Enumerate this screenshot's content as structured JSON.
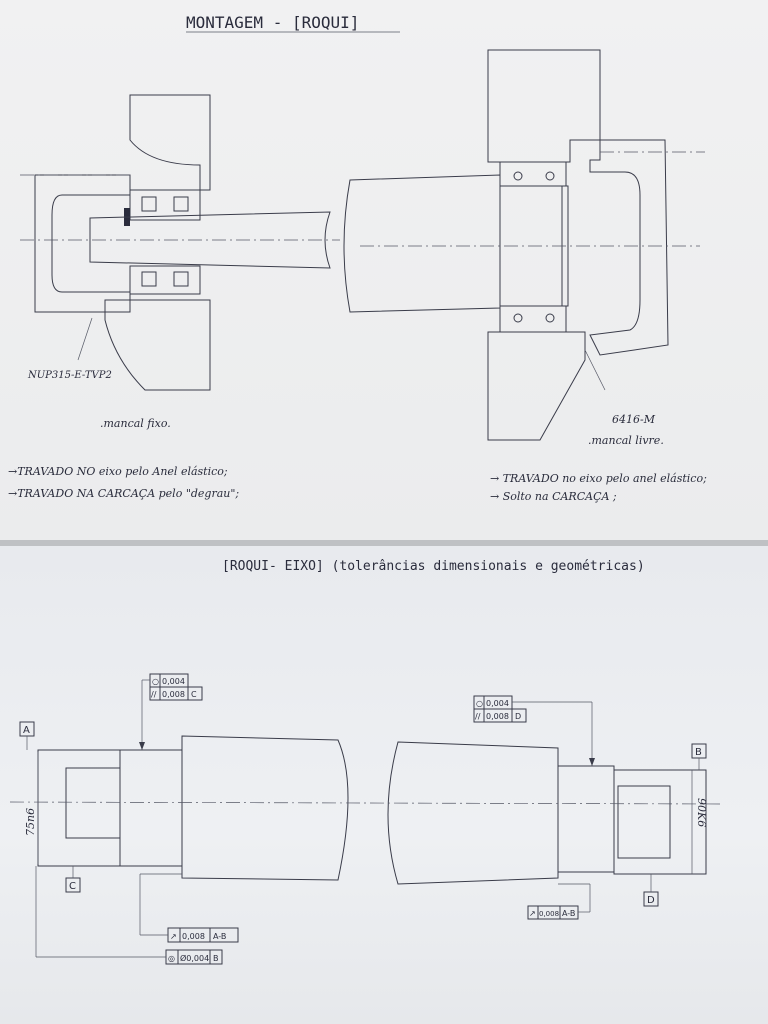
{
  "top": {
    "title": "MONTAGEM - [ROQUI]",
    "left_bearing_code": "NUP315-E-TVP2",
    "left_caption": ".mancal fixo.",
    "right_bearing_code": "6416-M",
    "right_caption": ".mancal livre.",
    "notes_left": [
      "→TRAVADO NO eixo pelo Anel elástico;",
      "→TRAVADO NA CARCAÇA pelo \"degrau\";"
    ],
    "notes_right": [
      "→ TRAVADO no eixo pelo anel elástico;",
      "→ Solto na CARCAÇA ;"
    ]
  },
  "bottom": {
    "title": "[ROQUI- EIXO] (tolerâncias dimensionais e geométricas)",
    "datums": [
      "A",
      "B",
      "C",
      "D"
    ],
    "dim_left": "75n6",
    "dim_right": "90K6",
    "fcf_left_top": [
      {
        "symbol": "○",
        "tol": "0,004",
        "datum": ""
      },
      {
        "symbol": "//",
        "tol": "0,008",
        "datum": "C"
      }
    ],
    "fcf_right_top": [
      {
        "symbol": "○",
        "tol": "0,004",
        "datum": ""
      },
      {
        "symbol": "//",
        "tol": "0,008",
        "datum": "D"
      }
    ],
    "fcf_right_runout": {
      "symbol": "↗",
      "tol": "0,008",
      "datum": "A-B"
    },
    "fcf_bottom_runout": {
      "symbol": "↗",
      "tol": "0,008",
      "datum": "A-B"
    },
    "fcf_bottom_concentric": {
      "symbol": "◎",
      "tol": "Ø0,004",
      "datum": "B"
    }
  }
}
